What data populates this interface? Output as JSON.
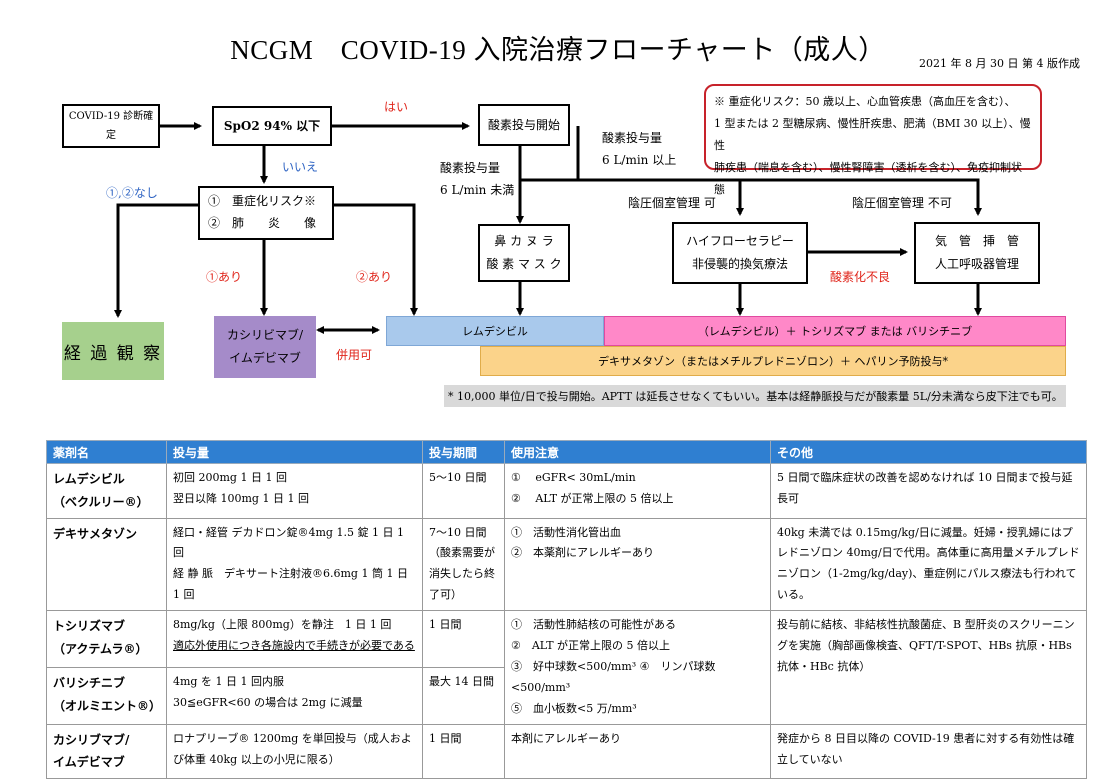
{
  "header": {
    "title": "NCGM　COVID-19 入院治療フローチャート（成人）",
    "date": "2021 年 8 月 30 日 第 4 版作成"
  },
  "flow": {
    "diagnosis": "COVID-19 診断確定",
    "spo2": "SpO2 94% 以下",
    "yes": "はい",
    "no": "いいえ",
    "oxygen_start": "酸素投与開始",
    "risk_line1": "①　重症化リスク※",
    "risk_line2": "②　肺　　炎　　像",
    "none_label": "①,②なし",
    "o2_low_label1": "酸素投与量",
    "o2_low_label2": "6 L/min 未満",
    "o2_high_label1": "酸素投与量",
    "o2_high_label2": "6 L/min 以上",
    "room_ok": "陰圧個室管理 可",
    "room_ng": "陰圧個室管理 不可",
    "nasal1": "鼻 カ ヌ ラ",
    "nasal2": "酸 素 マ ス ク",
    "hfnc1": "ハイフローセラピー",
    "hfnc2": "非侵襲的換気療法",
    "intub1": "気　管　挿　管",
    "intub2": "人工呼吸器管理",
    "oxy_poor": "酸素化不良",
    "observe": "経 過 観 察",
    "has1": "①あり",
    "has2": "②あり",
    "antibody1": "カシリビマブ/",
    "antibody2": "イムデビマブ",
    "combined": "併用可",
    "remdesivir": "レムデシビル",
    "remdesivir_plus": "（レムデシビル）＋ トシリズマブ または バリシチニブ",
    "dexa": "デキサメタゾン（またはメチルプレドニゾロン）＋ ヘパリン予防投与*",
    "footnote": "* 10,000 単位/日で投与開始。APTT は延長させなくてもいい。基本は経静脈投与だが酸素量 5L/分未満なら皮下注でも可。"
  },
  "risk_note": {
    "line1": "※ 重症化リスク：50 歳以上、心血管疾患（高血圧を含む）、",
    "line2": "1 型または 2 型糖尿病、慢性肝疾患、肥満（BMI 30 以上）、慢性",
    "line3": "肺疾患（喘息を含む）、慢性腎障害（透析を含む）、免疫抑制状態"
  },
  "table": {
    "headers": [
      "薬剤名",
      "投与量",
      "投与期間",
      "使用注意",
      "その他"
    ],
    "remdesivir": {
      "name1": "レムデシビル",
      "name2": "（ベクルリー®）",
      "dose1": "初回 200mg 1 日 1 回",
      "dose2": "翌日以降 100mg 1 日 1 回",
      "period": "5〜10 日間",
      "caution1": "①　 eGFR< 30mL/min",
      "caution2": "②　 ALT が正常上限の 5 倍以上",
      "other": "5 日間で臨床症状の改善を認めなければ 10 日間まで投与延長可"
    },
    "dexa": {
      "name": "デキサメタゾン",
      "dose1": "経口・経管 デカドロン錠®4mg 1.5 錠 1 日 1 回",
      "dose2": "経 静 脈　デキサート注射液®6.6mg 1 筒 1 日 1 回",
      "period": "7〜10 日間（酸素需要が消失したら終了可）",
      "caution1": "①　活動性消化管出血",
      "caution2": "②　本薬剤にアレルギーあり",
      "other": "40kg 未満では 0.15mg/kg/日に減量。妊婦・授乳婦にはプレドニゾロン 40mg/日で代用。高体重に高用量メチルプレドニゾロン（1-2mg/kg/day)、重症例にパルス療法も行われている。"
    },
    "toci": {
      "name1": "トシリズマブ",
      "name2": "（アクテムラ®）",
      "dose1": "8mg/kg（上限 800mg）を静注　1 日 1 回",
      "dose2": "適応外使用につき各施設内で手続きが必要である",
      "period": "1 日間"
    },
    "bari": {
      "name1": "バリシチニブ",
      "name2": "（オルミエント®）",
      "dose1": "4mg を 1 日 1 回内服",
      "dose2": "30≦eGFR<60 の場合は 2mg に減量",
      "period": "最大 14 日間"
    },
    "shared_caution": {
      "c1": "①　活動性肺結核の可能性がある",
      "c2": "②　ALT が正常上限の 5 倍以上",
      "c3": "③　好中球数<500/mm³ ④　リンパ球数<500/mm³",
      "c4": "⑤　血小板数<5 万/mm³"
    },
    "shared_other": "投与前に結核、非結核性抗酸菌症、B 型肝炎のスクリーニングを実施（胸部画像検査、QFT/T-SPOT、HBs 抗原・HBs 抗体・HBc 抗体）",
    "casiri": {
      "name1": "カシリブマブ/",
      "name2": "イムデビマブ",
      "dose": "ロナプリーブ® 1200mg を単回投与（成人および体重 40kg 以上の小児に限る）",
      "period": "1 日間",
      "caution": "本剤にアレルギーあり",
      "other": "発症から 8 日目以降の COVID-19 患者に対する有効性は確立していない"
    }
  },
  "colors": {
    "remdesivir_band": "#a9c9ec",
    "plus_band": "#ff88c8",
    "dexa_band": "#fbd38a",
    "observe_box": "#a6d08d",
    "antibody_box": "#a58bc9",
    "header_blue": "#2f7fd1"
  }
}
